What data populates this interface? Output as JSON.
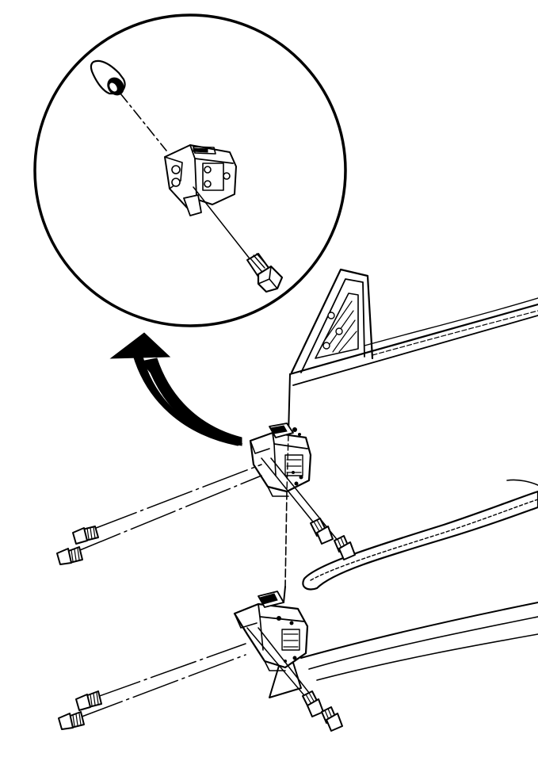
{
  "diagram": {
    "description_labels": [],
    "colors": {
      "ink": "#000000",
      "paper": "#ffffff"
    },
    "parts": [
      "detail-view-circle",
      "rubber-plug",
      "hinge-detail",
      "detail-bolt",
      "callout-arrow",
      "door-body",
      "window-frame",
      "door-molding",
      "upper-hinge",
      "lower-hinge",
      "upper-hinge-bolts",
      "lower-hinge-bolts"
    ]
  }
}
